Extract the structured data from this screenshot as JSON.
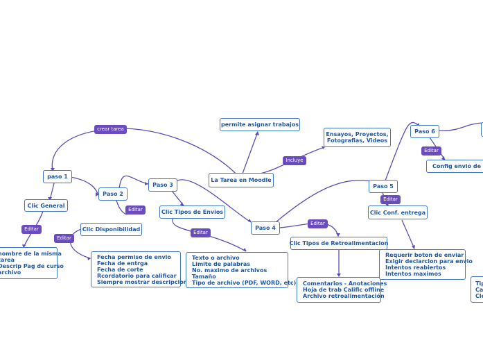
{
  "colors": {
    "node_border": "#3d77c8",
    "node_text": "#1f57a8",
    "tag_fill": "#6b4cbf",
    "link": "#5a4db8"
  },
  "nodes": {
    "central": "La Tarea en Moodle",
    "permite": "permite asignar trabajos",
    "ensayos": "Ensayos,  Proyectos,\nFotografias, Videos",
    "paso1": "paso 1",
    "clic_general": "Clic General",
    "nombre": "nombre de la misma\ntarea\nDescrip Pag de curso\narchivo",
    "paso2": "Paso 2",
    "clic_disp": "Clic Disponibilidad",
    "fechas": "Fecha permiso de envio\nFecha de entrga\nFecha de corte\nRcordatorio para calificar\nSiempre mostrar descripcion",
    "paso3": "Paso 3",
    "clic_tipos": "Clic Tipos de Envios",
    "texto": "Texto o archivo\nLimite de palabras\nNo. maximo de archivos\nTamaño\nTipo de archivo (PDF, WORD, etc)",
    "paso4": "Paso 4",
    "clic_retro": "Clic Tipos de Retroalimentacion",
    "comentarios": "Comentarios - Anotaciones\nHoja de trab Califlc offline\nArchivo retroalimentación",
    "paso5": "Paso 5",
    "clic_conf": "Clic Conf. entrega",
    "requerir": "Requerir boton de enviar\nExigir declarcion para envio\nIntentos reabiertos\nIntentos maximos",
    "paso6": "Paso 6",
    "config_envio": "Config envio de gru",
    "tip": "Tip\nCa\nCle"
  },
  "tags": {
    "crear_tarea": "crear tarea",
    "incluye": "Incluye",
    "editar": "Editar"
  }
}
